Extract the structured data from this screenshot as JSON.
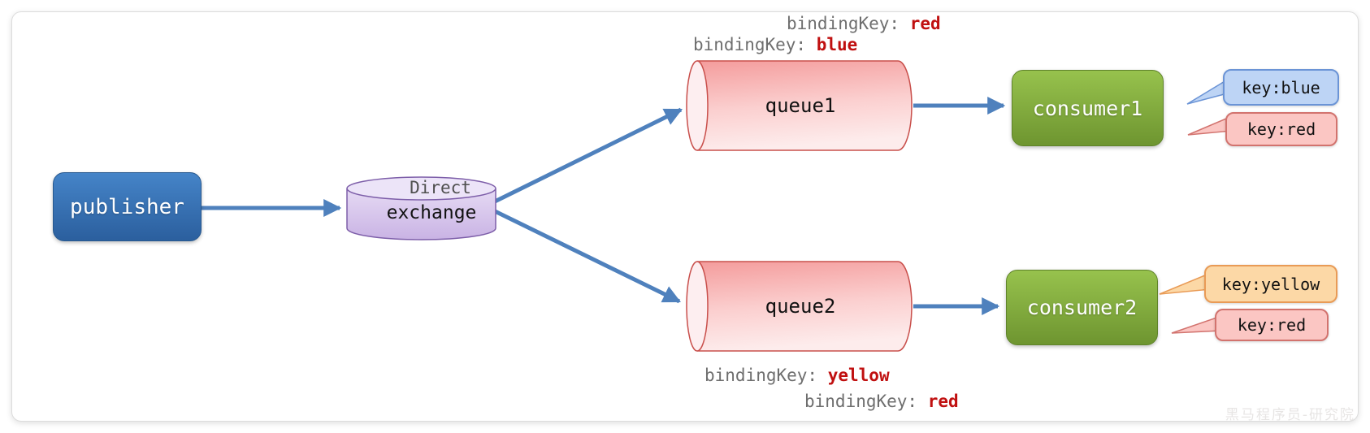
{
  "diagram": {
    "publisher": {
      "label": "publisher"
    },
    "exchange": {
      "type_label": "Direct",
      "label": "exchange"
    },
    "queues": [
      {
        "label": "queue1"
      },
      {
        "label": "queue2"
      }
    ],
    "consumers": [
      {
        "label": "consumer1"
      },
      {
        "label": "consumer2"
      }
    ],
    "binding_labels": [
      {
        "label": "bindingKey:",
        "value": "red"
      },
      {
        "label": "bindingKey:",
        "value": "blue"
      },
      {
        "label": "bindingKey:",
        "value": "yellow"
      },
      {
        "label": "bindingKey:",
        "value": "red"
      }
    ],
    "key_tags": [
      {
        "label": "key:blue",
        "fill": "#bdd4f5",
        "border": "#6b94d6"
      },
      {
        "label": "key:red",
        "fill": "#fbc6c3",
        "border": "#d2736e"
      },
      {
        "label": "key:yellow",
        "fill": "#fcd8a6",
        "border": "#e99b56"
      },
      {
        "label": "key:red",
        "fill": "#fbc6c3",
        "border": "#d2736e"
      }
    ],
    "watermark": "黑马程序员-研究院",
    "colors": {
      "publisher_blue": "#3a77bd",
      "exchange_purple": "#d5c3eb",
      "queue_pink": "#f5a3a3",
      "consumer_green": "#7ba438",
      "arrow_blue": "#4f81bd",
      "binding_value_red": "#c01010",
      "binding_label_gray": "#6e6e6e"
    }
  }
}
